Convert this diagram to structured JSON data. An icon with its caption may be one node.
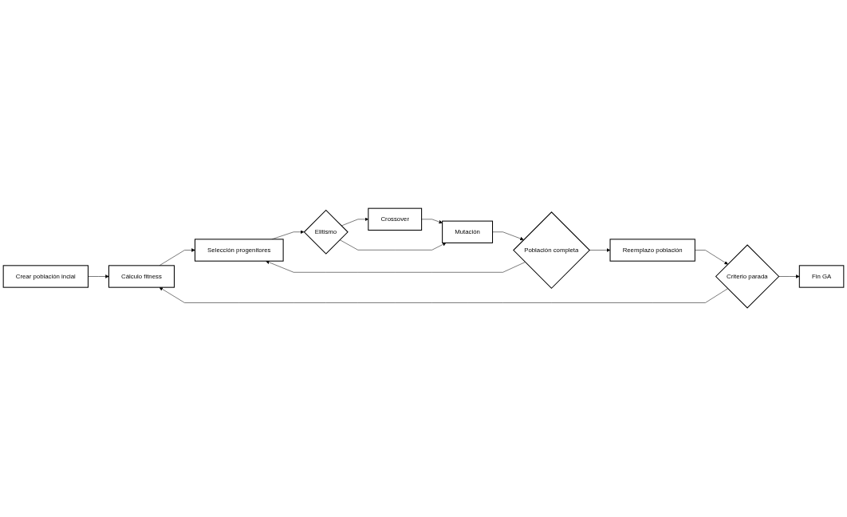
{
  "diagram": {
    "nodes": [
      {
        "text": [
          "Crear población incial"
        ]
      },
      {
        "text": [
          "Cálculo fitness"
        ]
      },
      {
        "text": [
          "Selección progenitores"
        ]
      },
      {
        "text": [
          "Elitismo"
        ]
      },
      {
        "text": [
          "Crossover"
        ]
      },
      {
        "text": [
          "Mutación"
        ]
      },
      {
        "text": [
          "Población completa"
        ]
      },
      {
        "text": [
          "Reemplazo población"
        ]
      },
      {
        "text": [
          "Criterio parada"
        ]
      },
      {
        "text": [
          "Fin GA"
        ]
      }
    ],
    "edges": [
      {
        "from": 0,
        "to": 1,
        "arrow": "to"
      },
      {
        "from": 1,
        "to": 2,
        "arrow": "to"
      },
      {
        "from": 2,
        "to": 3,
        "arrow": "to"
      },
      {
        "from": 3,
        "to": 4,
        "arrow": "to"
      },
      {
        "from": 4,
        "to": 5,
        "arrow": "to"
      },
      {
        "from": 3,
        "to": 5,
        "arrow": "to"
      },
      {
        "from": 5,
        "to": 6,
        "arrow": "to"
      },
      {
        "from": 6,
        "to": 2,
        "arrow": "to"
      },
      {
        "from": 6,
        "to": 7,
        "arrow": "to"
      },
      {
        "from": 7,
        "to": 8,
        "arrow": "to"
      },
      {
        "from": 8,
        "to": 1,
        "arrow": "to"
      },
      {
        "from": 8,
        "to": 9,
        "arrow": "to"
      }
    ]
  }
}
